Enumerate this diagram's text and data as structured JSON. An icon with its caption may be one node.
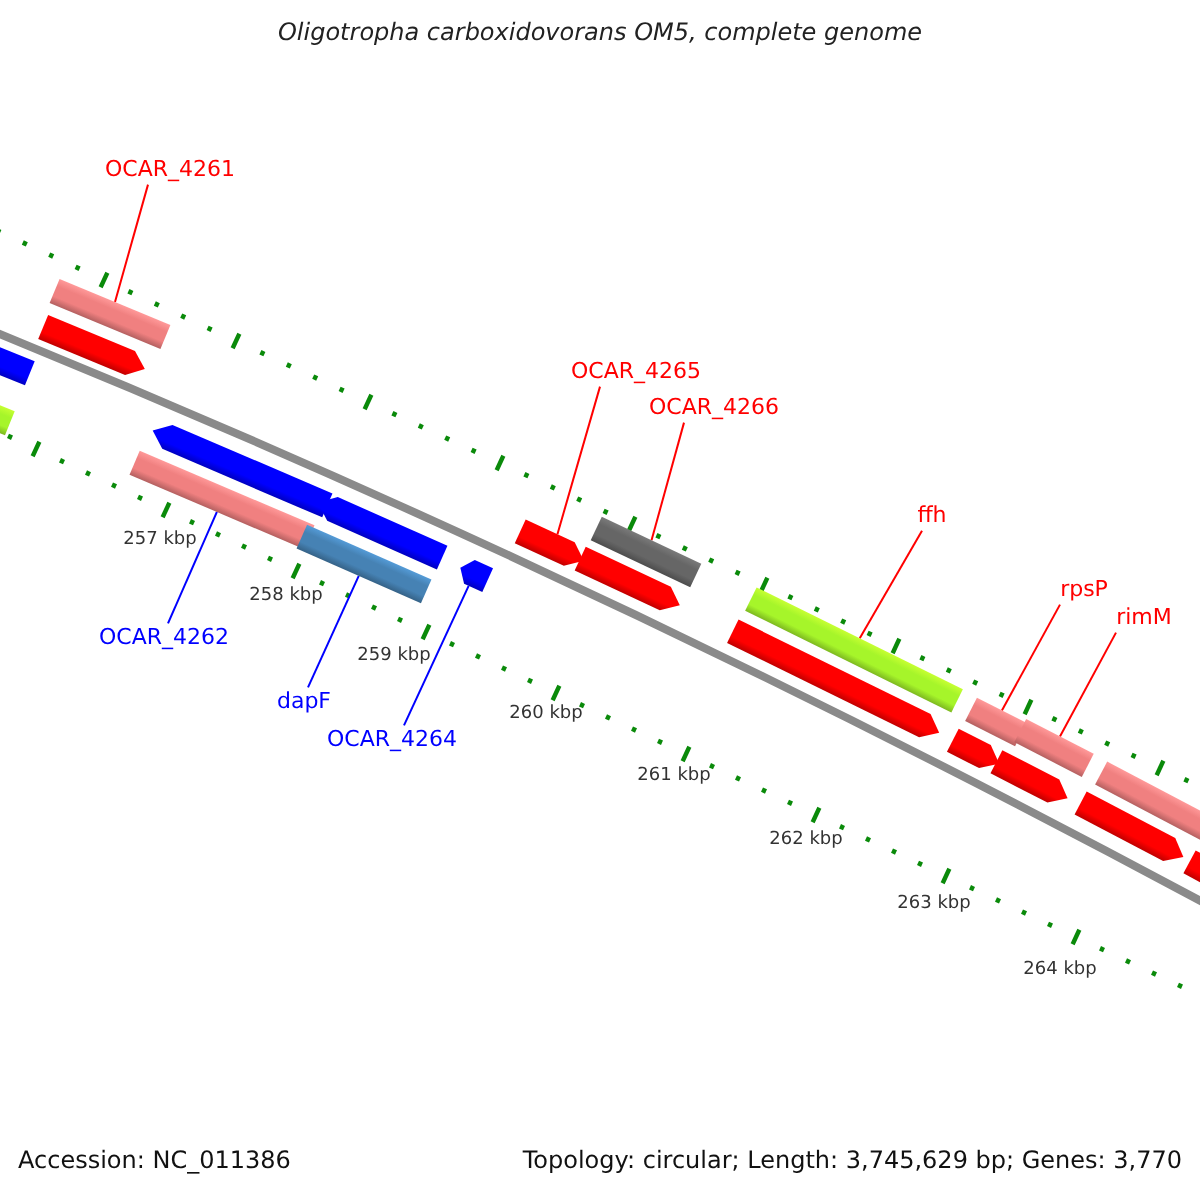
{
  "diagram": {
    "title": "Oligotropha carboxidovorans OM5, complete genome",
    "nodes": [
      {
        "text": [
          "OCAR_4261"
        ]
      },
      {
        "text": [
          "OCAR_4265"
        ]
      },
      {
        "text": [
          "OCAR_4266"
        ]
      },
      {
        "text": [
          "ffh"
        ]
      },
      {
        "text": [
          "rpsP"
        ]
      },
      {
        "text": [
          "rimM"
        ]
      },
      {
        "text": [
          "OCAR_4262"
        ]
      },
      {
        "text": [
          "dapF"
        ]
      },
      {
        "text": [
          "OCAR_4264"
        ]
      },
      {
        "text": [],
        "shape": "bar"
      },
      {
        "text": [],
        "shape": "arrow"
      },
      {
        "text": [],
        "shape": "arrow"
      },
      {
        "text": [],
        "shape": "bar"
      },
      {
        "text": [],
        "shape": "bar"
      },
      {
        "text": [],
        "shape": "arrow"
      },
      {
        "text": [],
        "shape": "bar"
      },
      {
        "text": [],
        "shape": "arrow"
      },
      {
        "text": [],
        "shape": "arrow"
      },
      {
        "text": [],
        "shape": "arrow"
      },
      {
        "text": [],
        "shape": "arrow"
      },
      {
        "text": [],
        "shape": "bar"
      },
      {
        "text": [],
        "shape": "arrow"
      },
      {
        "text": [],
        "shape": "bar"
      },
      {
        "text": [],
        "shape": "arrow"
      },
      {
        "text": [],
        "shape": "bar"
      },
      {
        "text": [],
        "shape": "arrow"
      },
      {
        "text": [],
        "shape": "bar"
      },
      {
        "text": [],
        "shape": "arrow"
      },
      {
        "text": [],
        "shape": "bar"
      },
      {
        "text": [],
        "shape": "arrow"
      }
    ],
    "edges": [
      {
        "from": 0,
        "to": 12,
        "arrow": "none"
      },
      {
        "from": 1,
        "to": 18,
        "arrow": "none"
      },
      {
        "from": 2,
        "to": 20,
        "arrow": "none"
      },
      {
        "from": 3,
        "to": 22,
        "arrow": "none"
      },
      {
        "from": 4,
        "to": 24,
        "arrow": "none"
      },
      {
        "from": 5,
        "to": 26,
        "arrow": "none"
      },
      {
        "from": 6,
        "to": 13,
        "arrow": "none",
        "color": "#0000ff"
      },
      {
        "from": 7,
        "to": 15,
        "arrow": "none",
        "color": "#0000ff"
      },
      {
        "from": 8,
        "to": 17,
        "arrow": "none",
        "color": "#0000ff"
      }
    ],
    "labels": [
      "257 kbp",
      "258 kbp",
      "259 kbp",
      "260 kbp",
      "261 kbp",
      "262 kbp",
      "263 kbp",
      "264 kbp",
      "Accession: NC_011386",
      "Topology: circular; Length: 3,745,629 bp; Genes: 3,770"
    ]
  }
}
